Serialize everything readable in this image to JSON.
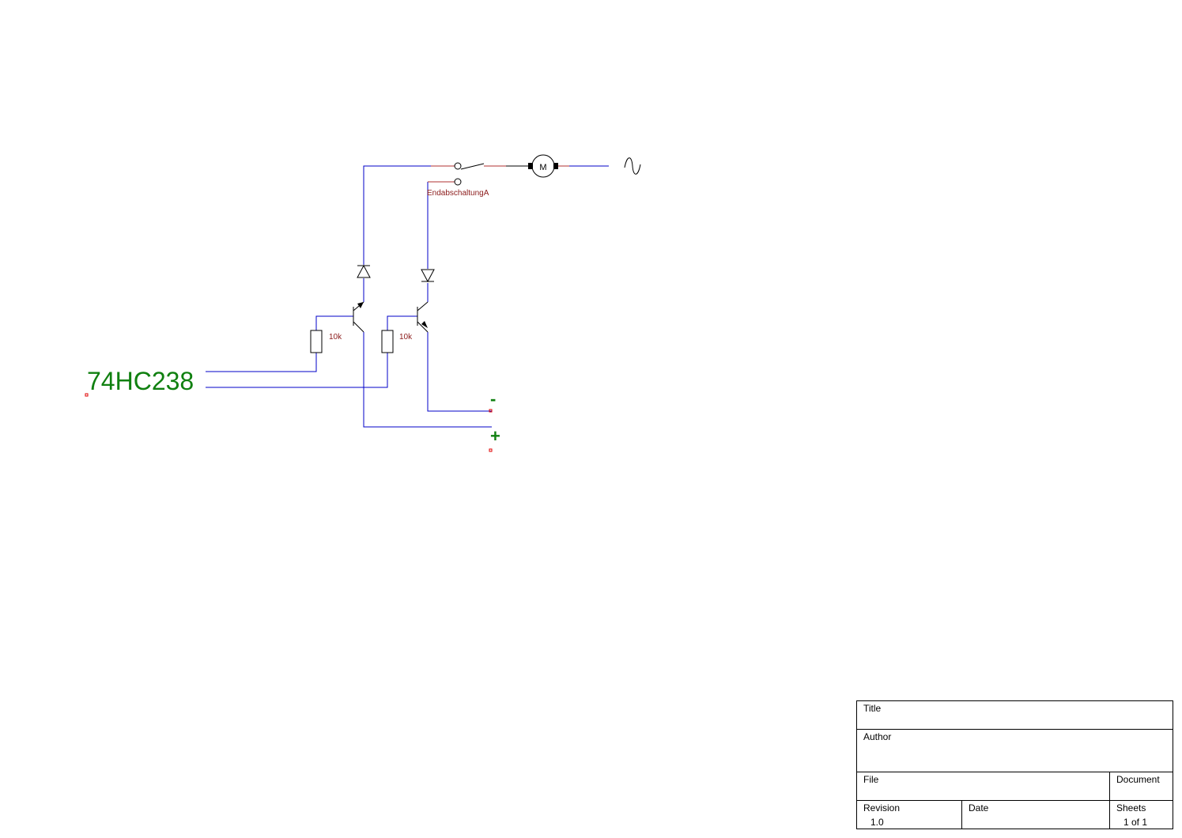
{
  "labels": {
    "ic": "74HC238",
    "minus": "-",
    "plus": "+",
    "switch": "EndabschaltungA",
    "resistor1": "10k",
    "resistor2": "10k",
    "motor": "M",
    "ac_source": "∿"
  },
  "title_block": {
    "title_label": "Title",
    "author_label": "Author",
    "file_label": "File",
    "document_label": "Document",
    "revision_label": "Revision",
    "revision_value": "1.0",
    "date_label": "Date",
    "sheets_label": "Sheets",
    "sheets_value": "1 of 1"
  }
}
